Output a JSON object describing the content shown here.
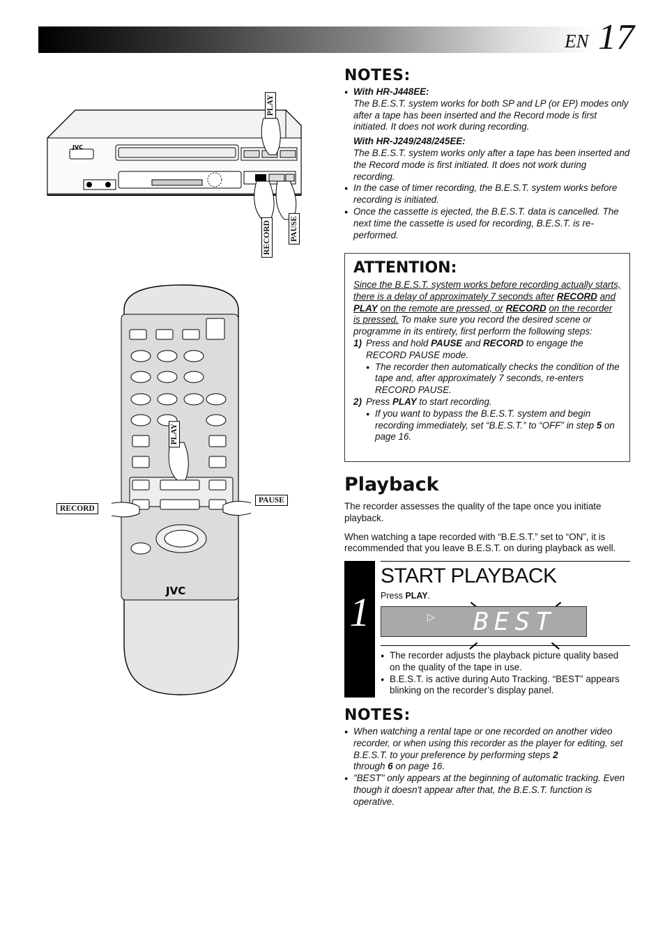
{
  "header": {
    "lang": "EN",
    "page_number": "17"
  },
  "notes_top": {
    "title": "NOTES:",
    "model1_label": "With HR-J448EE:",
    "model1_text": "The B.E.S.T. system works for both SP and LP (or EP) modes only after a tape has been inserted and the Record mode is first initiated. It does not work during recording.",
    "model2_label": "With HR-J249/248/245EE:",
    "model2_text": "The B.E.S.T. system works only after a tape has been inserted and the Record mode is first initiated. It does not work during recording.",
    "bullet2": "In the case of timer recording, the B.E.S.T. system works before recording is initiated.",
    "bullet3": "Once the cassette is ejected, the B.E.S.T. data is cancelled. The next time the cassette is used for recording, B.E.S.T. is re-performed."
  },
  "attention": {
    "title": "ATTENTION:",
    "u1": "Since the B.E.S.T. system works before recording actually starts, there is a delay of approximately 7 seconds after",
    "record": "RECORD",
    "and": "and",
    "play": "PLAY",
    "u2": "on the remote are pressed, or",
    "u3": "on the recorder is pressed.",
    "rest": "To make sure you record the desired scene or programme in its entirety, first perform the following steps:",
    "step1_num": "1)",
    "step1_a": "Press and hold",
    "pause": "PAUSE",
    "step1_b": "to engage the RECORD PAUSE mode.",
    "step1_bullet": "The recorder then automatically checks the condition of the tape and, after approximately 7 seconds, re-enters RECORD PAUSE.",
    "step2_num": "2)",
    "step2_a": "Press",
    "step2_b": "to start recording.",
    "step2_bullet_a": "If you want to bypass the B.E.S.T. system and begin recording immediately, set “B.E.S.T.” to “OFF” in step",
    "step2_bullet_num": "5",
    "step2_bullet_b": "on page 16."
  },
  "playback": {
    "title": "Playback",
    "p1": "The recorder assesses the quality of the tape once you initiate playback.",
    "p2": "When watching a tape recorded with “B.E.S.T.” set to “ON”, it is recommended that you leave B.E.S.T. on during playback as well."
  },
  "step": {
    "number": "1",
    "title": "START PLAYBACK",
    "press_a": "Press",
    "press_key": "PLAY",
    "press_end": ".",
    "display_text": "BEST",
    "bullet1": "The recorder adjusts the playback picture quality based on the quality of the tape in use.",
    "bullet2": "B.E.S.T. is active during Auto Tracking. “BEST” appears blinking on the recorder’s display panel."
  },
  "notes_bottom": {
    "title": "NOTES:",
    "b1_a": "When watching a rental tape or one recorded on another video recorder, or when using this recorder as the player for editing, set B.E.S.T. to your preference by performing steps",
    "b1_n1": "2",
    "b1_mid": "through",
    "b1_n2": "6",
    "b1_end": "on page 16.",
    "b2": "\"BEST\" only appears at the beginning of automatic tracking. Even though it doesn't appear after that, the B.E.S.T. function is operative."
  },
  "illustration": {
    "vcr_brand": "JVC",
    "remote_brand": "JVC",
    "label_play": "PLAY",
    "label_record": "RECORD",
    "label_pause": "PAUSE"
  }
}
